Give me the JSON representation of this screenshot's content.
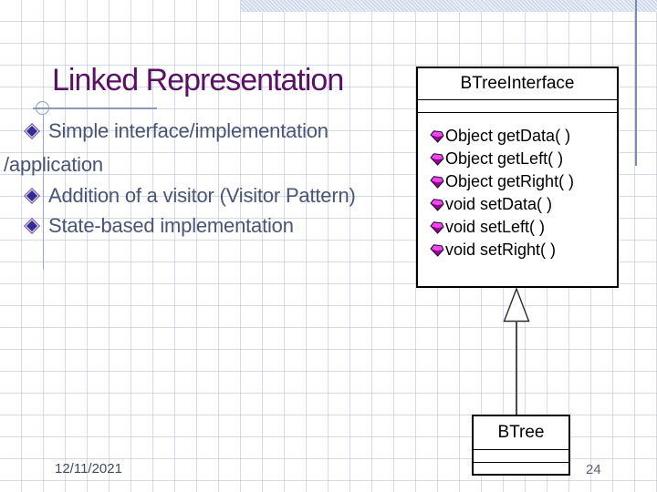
{
  "slide": {
    "title": "Linked Representation",
    "footer_date": "12/11/2021",
    "page_number": "24"
  },
  "bullets": {
    "items": [
      {
        "text": "Simple interface/implementation",
        "has_bullet": true
      },
      {
        "text": "/application",
        "has_bullet": false
      },
      {
        "text": "Addition of a visitor (Visitor Pattern)",
        "has_bullet": true
      },
      {
        "text": "State-based implementation",
        "has_bullet": true
      }
    ]
  },
  "uml": {
    "interface_class": {
      "name": "BTreeInterface",
      "attributes": [],
      "methods": [
        "Object getData( )",
        "Object getLeft( )",
        "Object getRight( )",
        "void setData( )",
        "void setLeft( )",
        "void setRight( )"
      ]
    },
    "child_class": {
      "name": "BTree",
      "attributes": [],
      "methods": []
    },
    "relationship": "BTree generalizes to BTreeInterface (hollow triangle inheritance arrow)"
  },
  "icons": {
    "list_bullet": "navy-diamond-star",
    "method_bullet": "magenta-gem",
    "inheritance_arrow": "hollow-upward-triangle"
  },
  "colors": {
    "title_text": "#5a1164",
    "body_text": "#4a5474",
    "accent_rule": "#8a99be",
    "top_band": "#c9d5e9",
    "right_rule": "#7b8cb0",
    "bullet_navy": "#2d2d96",
    "bullet_outline": "#7a52aa",
    "method_magenta": "#e83ee8",
    "uml_text": "#000000",
    "footer_text": "#414b5e"
  }
}
